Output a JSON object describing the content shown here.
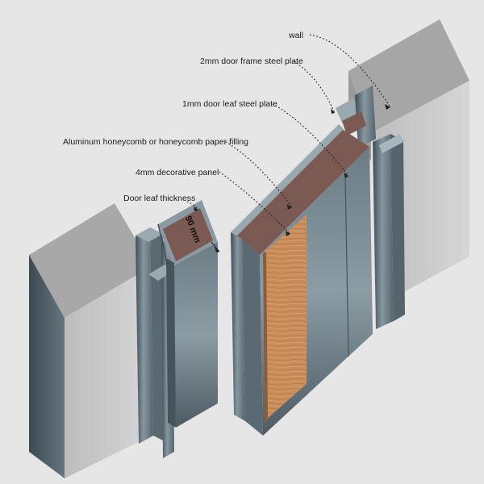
{
  "labels": {
    "wall": "wall",
    "frame_plate": "2mm door frame steel plate",
    "leaf_plate": "1mm door leaf steel plate",
    "filling": "Aluminum honeycomb or honeycomb paper filling",
    "panel": "4mm decorative panel",
    "thickness": "Door leaf thickness",
    "dimension": "90 mm"
  },
  "colors": {
    "background": "#e6e6e6",
    "wall_face": "#c8c8c8",
    "wall_top": "#a6a6a6",
    "steel": "#7d8d96",
    "steel_dark": "#45535b",
    "core": "#7a5a52",
    "panel_wood": "#c98e5c"
  }
}
